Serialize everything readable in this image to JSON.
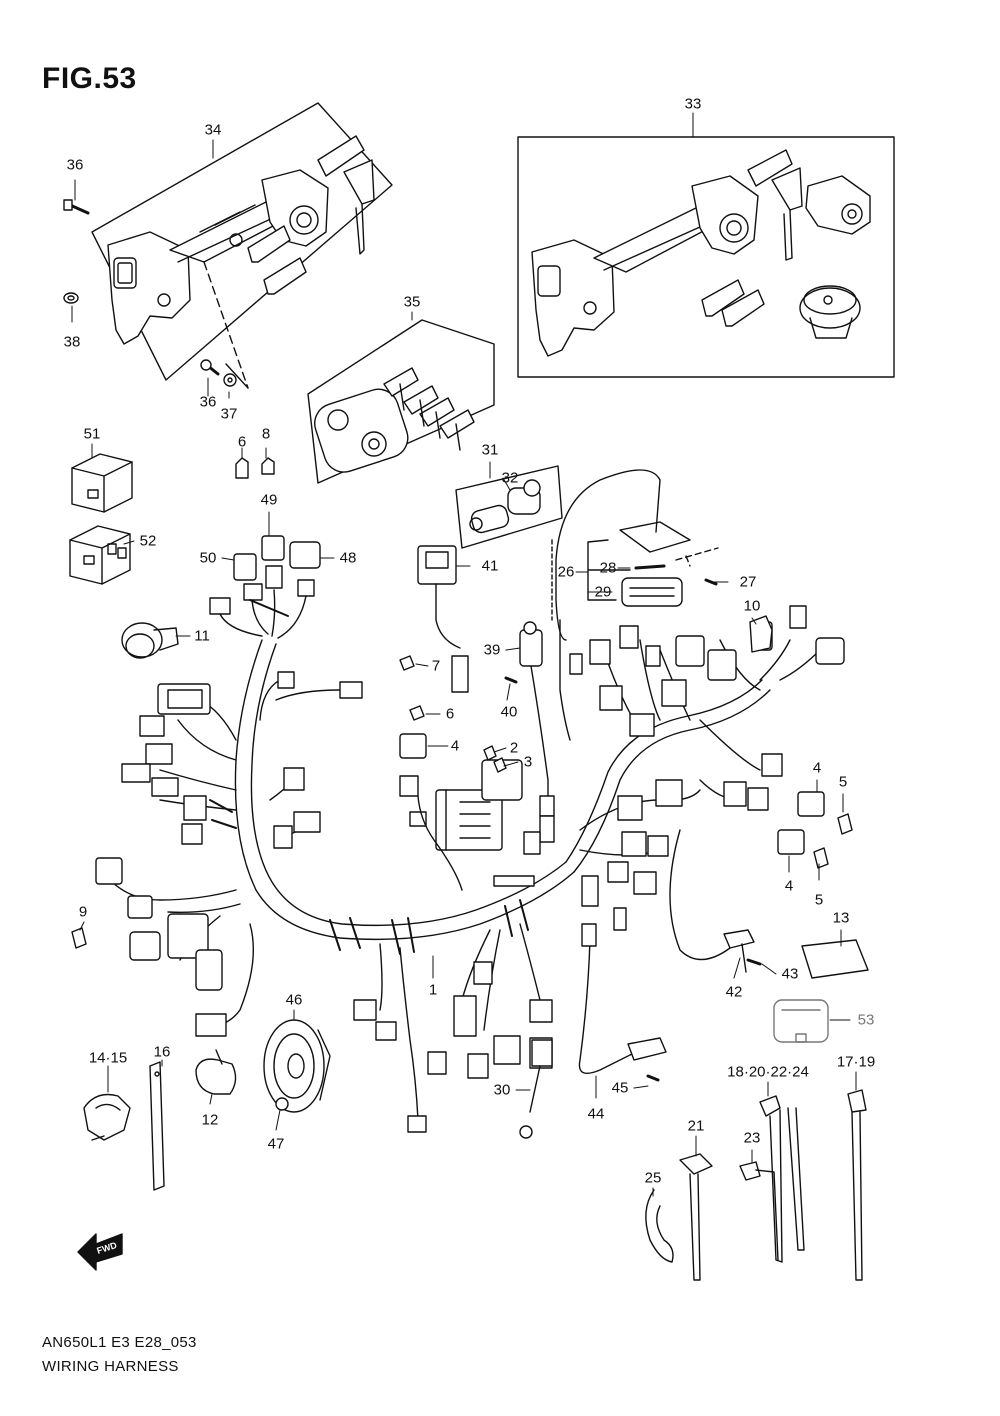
{
  "figure_title": "FIG.53",
  "footer": {
    "code": "AN650L1 E3 E28_053",
    "title": "WIRING HARNESS"
  },
  "fwd_label": "FWD",
  "callouts": [
    {
      "id": "c34",
      "label": "34"
    },
    {
      "id": "c33",
      "label": "33"
    },
    {
      "id": "c36a",
      "label": "36"
    },
    {
      "id": "c38",
      "label": "38"
    },
    {
      "id": "c36b",
      "label": "36"
    },
    {
      "id": "c37",
      "label": "37"
    },
    {
      "id": "c35",
      "label": "35"
    },
    {
      "id": "c51",
      "label": "51"
    },
    {
      "id": "c6a",
      "label": "6"
    },
    {
      "id": "c8",
      "label": "8"
    },
    {
      "id": "c52",
      "label": "52"
    },
    {
      "id": "c49",
      "label": "49"
    },
    {
      "id": "c50",
      "label": "50"
    },
    {
      "id": "c48",
      "label": "48"
    },
    {
      "id": "c31",
      "label": "31"
    },
    {
      "id": "c32",
      "label": "32"
    },
    {
      "id": "c41",
      "label": "41"
    },
    {
      "id": "c26",
      "label": "26"
    },
    {
      "id": "c28",
      "label": "28"
    },
    {
      "id": "c27",
      "label": "27"
    },
    {
      "id": "c29",
      "label": "29"
    },
    {
      "id": "c10",
      "label": "10"
    },
    {
      "id": "c11",
      "label": "11"
    },
    {
      "id": "c7",
      "label": "7"
    },
    {
      "id": "c39",
      "label": "39"
    },
    {
      "id": "c40",
      "label": "40"
    },
    {
      "id": "c6b",
      "label": "6"
    },
    {
      "id": "c4a",
      "label": "4"
    },
    {
      "id": "c2",
      "label": "2"
    },
    {
      "id": "c3",
      "label": "3"
    },
    {
      "id": "c4b",
      "label": "4"
    },
    {
      "id": "c5a",
      "label": "5"
    },
    {
      "id": "c4c",
      "label": "4"
    },
    {
      "id": "c5b",
      "label": "5"
    },
    {
      "id": "c9",
      "label": "9"
    },
    {
      "id": "c13",
      "label": "13"
    },
    {
      "id": "c1",
      "label": "1"
    },
    {
      "id": "c43",
      "label": "43"
    },
    {
      "id": "c42",
      "label": "42"
    },
    {
      "id": "c53",
      "label": "53"
    },
    {
      "id": "c46",
      "label": "46"
    },
    {
      "id": "c14",
      "label": "14·15"
    },
    {
      "id": "c16",
      "label": "16"
    },
    {
      "id": "c12",
      "label": "12"
    },
    {
      "id": "c47",
      "label": "47"
    },
    {
      "id": "c30",
      "label": "30"
    },
    {
      "id": "c45",
      "label": "45"
    },
    {
      "id": "c44",
      "label": "44"
    },
    {
      "id": "c18",
      "label": "18·20·22·24"
    },
    {
      "id": "c17",
      "label": "17·19"
    },
    {
      "id": "c21",
      "label": "21"
    },
    {
      "id": "c23",
      "label": "23"
    },
    {
      "id": "c25",
      "label": "25"
    }
  ]
}
